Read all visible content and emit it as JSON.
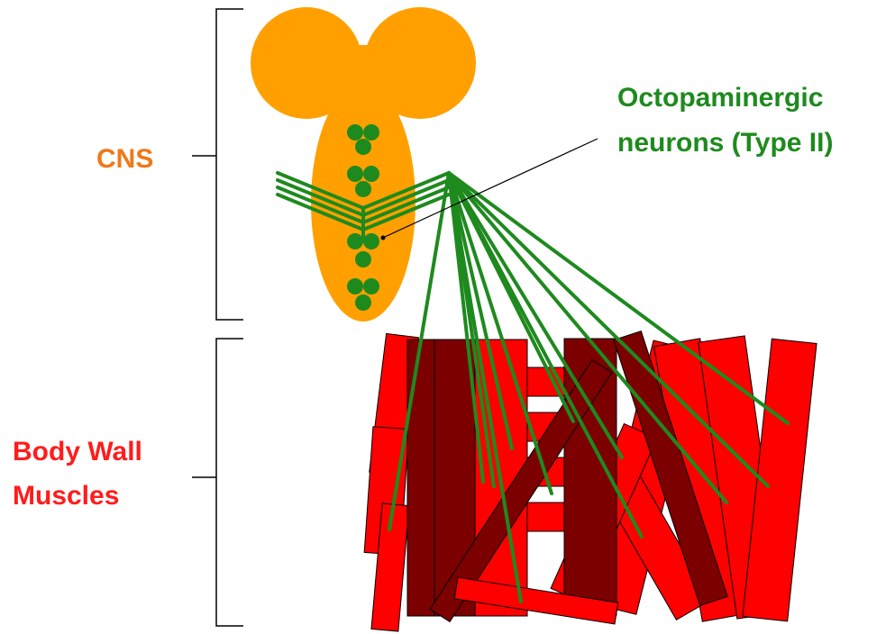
{
  "labels": {
    "cns": "CNS",
    "body_wall_muscles": [
      "Body Wall",
      "Muscles"
    ],
    "octopaminergic": [
      "Octopaminergic",
      "neurons (Type II)"
    ]
  },
  "colors": {
    "cns_label": "#f07818",
    "muscle_label": "#ff1c1c",
    "neuron_label": "#1e8a1e",
    "brain": "#ffa000",
    "neuron": "#1e8a1e",
    "muscle_light": "#ff0000",
    "muscle_dark": "#7c0000",
    "bracket": "#000000"
  }
}
